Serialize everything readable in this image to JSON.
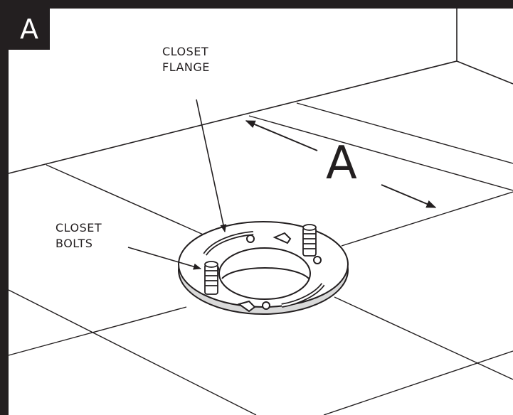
{
  "panel": {
    "badge": "A"
  },
  "callouts": {
    "flange": [
      "CLOSET",
      "FLANGE"
    ],
    "bolts": [
      "CLOSET",
      "BOLTS"
    ]
  },
  "dimension": {
    "label": "A"
  },
  "colors": {
    "ink": "#231f20",
    "paper": "#ffffff"
  }
}
